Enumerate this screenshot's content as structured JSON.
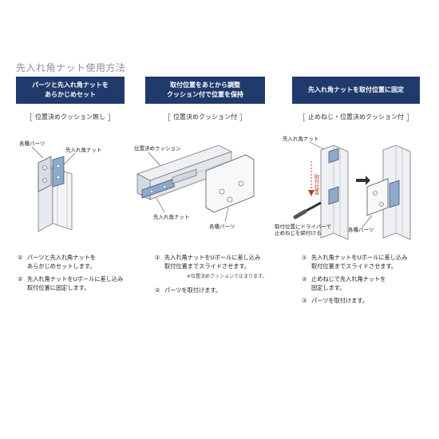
{
  "page_title": "先入れ角ナット使用方法",
  "columns": [
    {
      "header_line1": "パーツと先入れ角ナットを",
      "header_line2": "あらかじめセット",
      "subtitle": "位置決めクッション無し",
      "labels": {
        "parts": "各種パーツ",
        "nut": "先入れ角ナット"
      },
      "steps": [
        {
          "num": "①",
          "line1": "パーツと先入れ角ナットを",
          "line2": "あらかじめセットします。"
        },
        {
          "num": "②",
          "line1": "先入れ角ナットをUボールに差し込み",
          "line2": "取付位置に固定します。"
        }
      ]
    },
    {
      "header_line1": "取付位置をあとから調整",
      "header_line2": "クッション付で位置を保持",
      "subtitle": "位置決めクッション付",
      "labels": {
        "cushion": "位置決めクッション",
        "nut": "先入れ角ナット",
        "parts": "各種パーツ"
      },
      "steps": [
        {
          "num": "①",
          "line1": "先入れ角ナットをUボールに差し込み",
          "line2": "取付位置までスライドさせます。"
        },
        {
          "num": "②",
          "line1": "パーツを取付けます。",
          "line2": ""
        }
      ],
      "note": "※位置決めクッションで止まります。"
    },
    {
      "header_line1": "先入れ角ナットを取付位置に固定",
      "header_line2": "",
      "subtitle": "止めねじ・位置決めクッション付",
      "labels": {
        "nut": "先入れ角ナット",
        "position": "取付位置",
        "driver_line1": "取付位置にドライバーで",
        "driver_line2": "止めねじを締付ける",
        "parts": "各種パーツ"
      },
      "steps": [
        {
          "num": "①",
          "line1": "先入れ角ナットをUボールに差し込み",
          "line2": "取付位置までスライドさせます。"
        },
        {
          "num": "②",
          "line1": "止めねじで先入れ角ナットを",
          "line2": "固定します。"
        },
        {
          "num": "③",
          "line1": "パーツを取付けます。",
          "line2": ""
        }
      ]
    }
  ],
  "colors": {
    "header_bg": "#1f3a6b",
    "accent_red": "#c0392b",
    "part_blue": "#8fa9c9"
  }
}
